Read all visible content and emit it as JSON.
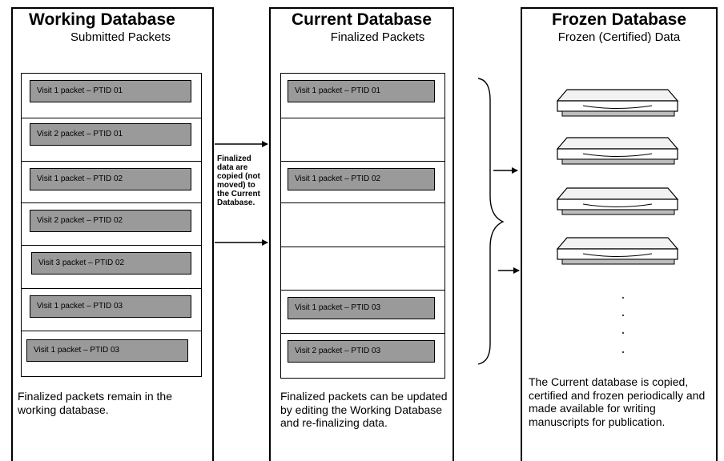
{
  "working": {
    "title": "Working Database",
    "subtitle": "Submitted Packets",
    "packets": [
      "Visit 1 packet – PTID 01",
      "Visit 2 packet – PTID 01",
      "Visit 1 packet – PTID 02",
      "Visit 2 packet – PTID 02",
      "Visit 3 packet – PTID 02",
      "Visit 1 packet – PTID 03",
      "Visit 1 packet – PTID 03"
    ],
    "footer": "Finalized packets remain in the working database."
  },
  "arrow_note": "Finalized data are copied (not moved) to the Current Database.",
  "current": {
    "title": "Current Database",
    "subtitle": "Finalized Packets",
    "rows": [
      "Visit 1 packet – PTID 01",
      "",
      "Visit 1 packet – PTID 02",
      "",
      "",
      "Visit 1 packet – PTID 03",
      "Visit 2 packet – PTID 03"
    ],
    "footer": "Finalized packets can be updated by editing the Working Database and re-finalizing data."
  },
  "frozen": {
    "title": "Frozen Database",
    "subtitle": "Frozen (Certified) Data",
    "disk_count": 4,
    "footer": "The Current database is copied, certified and frozen periodically and made available for writing manuscripts for publication."
  }
}
